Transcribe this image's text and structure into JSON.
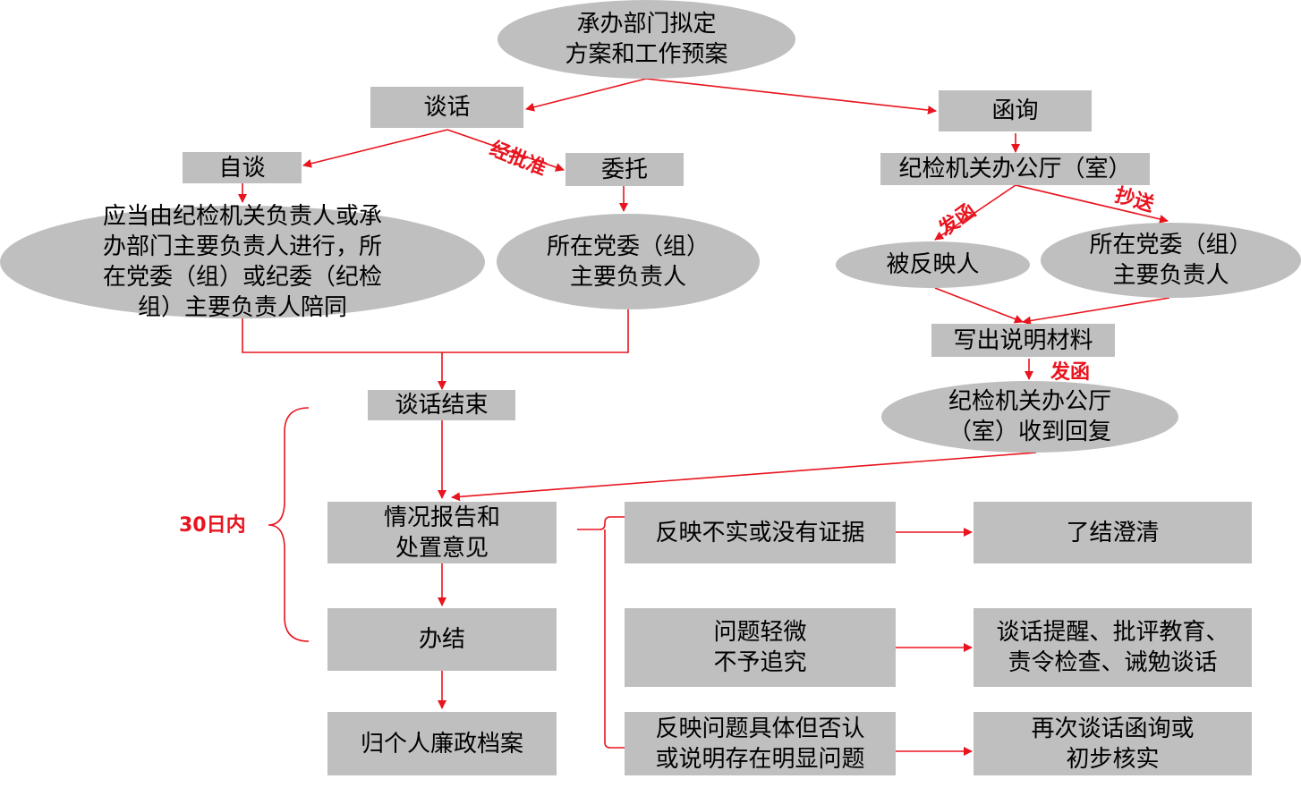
{
  "colors": {
    "node_fill": "#bfbfbf",
    "line": "#e8141e",
    "text": "#000000",
    "label": "#e8141e"
  },
  "nodes": {
    "start": "承办部门拟定\n方案和工作预案",
    "talk": "谈话",
    "inquiry": "函询",
    "self_talk": "自谈",
    "delegate": "委托",
    "self_talk_desc": "应当由纪检机关负责人或承\n办部门主要负责人进行，所\n在党委（组）或纪委（纪检\n组）主要负责人陪同",
    "delegate_party": "所在党委（组）\n主要负责人",
    "office": "纪检机关办公厅（室）",
    "reported_person": "被反映人",
    "cc_party": "所在党委（组）\n主要负责人",
    "write_explanation": "写出说明材料",
    "office_reply": "纪检机关办公厅\n（室）收到回复",
    "talk_end": "谈话结束",
    "report": "情况报告和\n处置意见",
    "conclude": "办结",
    "archive": "归个人廉政档案",
    "untrue": "反映不实或没有证据",
    "minor": "问题轻微\n不予追究",
    "denied": "反映问题具体但否认\n或说明存在明显问题",
    "clarify": "了结澄清",
    "reminder": "谈话提醒、批评教育、\n责令检查、诫勉谈话",
    "again": "再次谈话函询或\n初步核实"
  },
  "labels": {
    "approved": "经批准",
    "send_letter": "发函",
    "cc": "抄送",
    "send_letter_2": "发函",
    "thirty_days": "30日内"
  }
}
